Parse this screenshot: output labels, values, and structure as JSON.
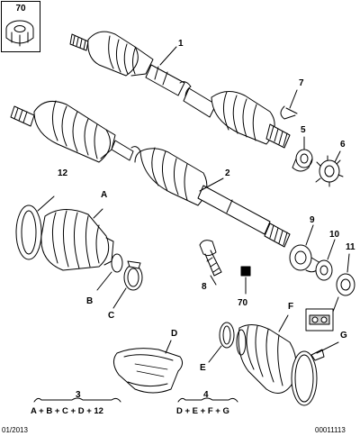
{
  "top_ref": {
    "label": "70"
  },
  "callouts": [
    {
      "id": "c1",
      "text": "1"
    },
    {
      "id": "c7",
      "text": "7"
    },
    {
      "id": "c5",
      "text": "5"
    },
    {
      "id": "c6",
      "text": "6"
    },
    {
      "id": "c2",
      "text": "2"
    },
    {
      "id": "c12",
      "text": "12"
    },
    {
      "id": "cA",
      "text": "A"
    },
    {
      "id": "c9",
      "text": "9"
    },
    {
      "id": "c10",
      "text": "10"
    },
    {
      "id": "c11",
      "text": "11"
    },
    {
      "id": "cB",
      "text": "B"
    },
    {
      "id": "cC",
      "text": "C"
    },
    {
      "id": "c8",
      "text": "8"
    },
    {
      "id": "c70",
      "text": "70"
    },
    {
      "id": "cF",
      "text": "F"
    },
    {
      "id": "cD",
      "text": "D"
    },
    {
      "id": "cE",
      "text": "E"
    },
    {
      "id": "cG",
      "text": "G"
    },
    {
      "id": "c3",
      "text": "3"
    },
    {
      "id": "c4",
      "text": "4"
    }
  ],
  "formulas": {
    "kit3": "A + B + C + D + 12",
    "kit4": "D + E + F + G"
  },
  "footer": {
    "date": "01/2013",
    "code": "00011113"
  },
  "colors": {
    "line": "#000000",
    "background": "#ffffff",
    "shade": "#cfcfcf"
  }
}
